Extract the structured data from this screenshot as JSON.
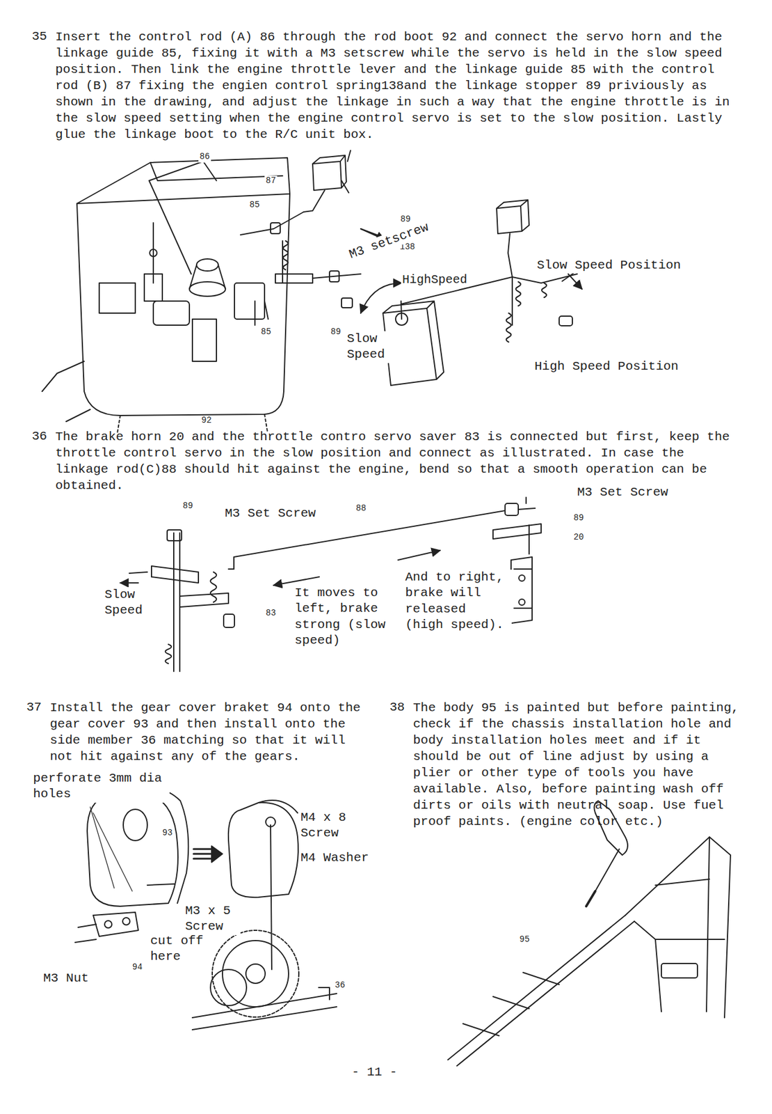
{
  "diagram": {
    "labels": [
      "35",
      "Insert the control rod (A) 86 through the rod boot 92 and connect the servo horn and the linkage guide 85, fixing it with a M3 setscrew while the servo is held in the slow speed position. Then link the engine throttle lever and the linkage guide 85 with the control rod (B) 87 fixing the engien control spring138and the linkage stopper 89 priviously as shown in the drawing, and adjust the linkage in such a way that the engine throttle is in the slow speed setting when the engine control servo is set to the slow position. Lastly glue the linkage boot to the R/C unit box.",
      "86",
      "87",
      "85",
      "89",
      "138",
      "M3 setscrew",
      "85",
      "89",
      "92",
      "HighSpeed",
      "Slow Speed",
      "Slow Speed Position",
      "High Speed Position",
      "36",
      "The brake horn 20 and the throttle contro servo saver 83 is connected but first, keep the throttle control servo in the slow position and connect as illustrated. In case the linkage rod(C)88 should hit against the engine, bend so that a smooth operation can be obtained.",
      "M3 Set Screw",
      "89",
      "M3 Set Screw",
      "88",
      "89",
      "20",
      "Slow Speed",
      "83",
      "It moves to left, brake strong (slow speed)",
      "And to right, brake will released (high speed).",
      "37",
      "Install the gear cover braket 94 onto the gear cover 93 and then install onto the side member 36 matching so that it will not hit against any of the gears.",
      "perforate 3mm dia holes",
      "93",
      "M4 x 8 Screw",
      "M4 Washer",
      "M3 x 5 Screw",
      "cut off here",
      "94",
      "M3 Nut",
      "36",
      "38",
      "The body 95 is painted but before painting, check if the chassis installation hole and body installation holes meet and if it should be out of line adjust by using a plier or other type of tools you have available. Also, before painting wash off dirts or oils with neutral soap. Use fuel proof paints. (engine color etc.)",
      "95",
      "- 11 -"
    ]
  }
}
